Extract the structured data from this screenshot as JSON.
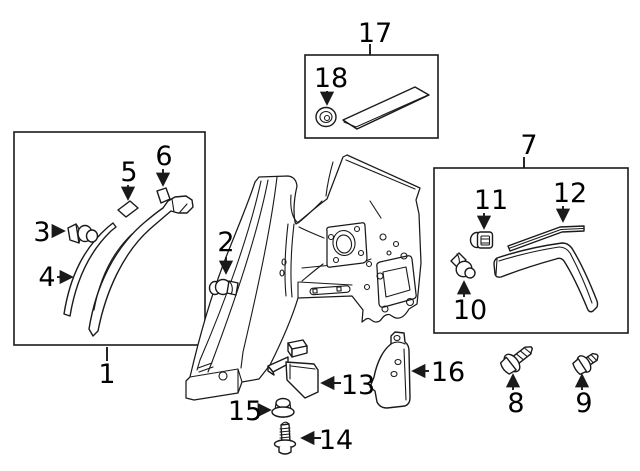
{
  "diagram": {
    "background": "#ffffff",
    "line_color": "#1a1a1a",
    "callouts": [
      {
        "num": "1"
      },
      {
        "num": "2"
      },
      {
        "num": "3"
      },
      {
        "num": "4"
      },
      {
        "num": "5"
      },
      {
        "num": "6"
      },
      {
        "num": "7"
      },
      {
        "num": "8"
      },
      {
        "num": "9"
      },
      {
        "num": "10"
      },
      {
        "num": "11"
      },
      {
        "num": "12"
      },
      {
        "num": "13"
      },
      {
        "num": "14"
      },
      {
        "num": "15"
      },
      {
        "num": "16"
      },
      {
        "num": "17"
      },
      {
        "num": "18"
      }
    ]
  }
}
